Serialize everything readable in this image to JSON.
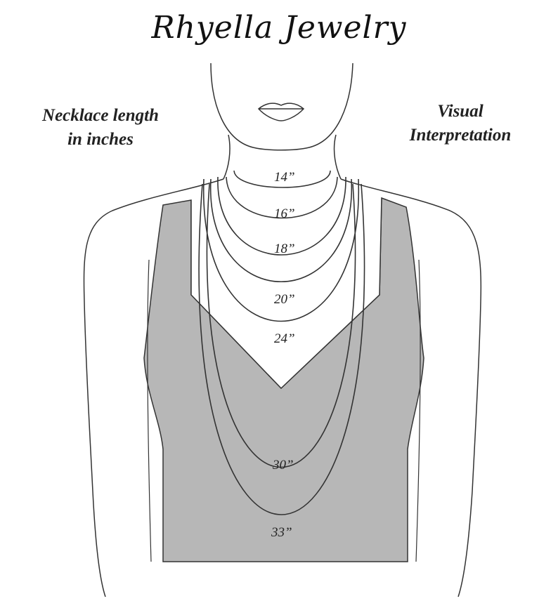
{
  "brand": {
    "title": "Rhyella Jewelry"
  },
  "labels": {
    "left_line1": "Necklace length",
    "left_line2": "in inches",
    "right_line1": "Visual",
    "right_line2": "Interpretation"
  },
  "necklaces": [
    {
      "length": "14”"
    },
    {
      "length": "16”"
    },
    {
      "length": "18”"
    },
    {
      "length": "20”"
    },
    {
      "length": "24”"
    },
    {
      "length": "30”"
    },
    {
      "length": "33”"
    }
  ],
  "colors": {
    "tank": "#b7b7b7",
    "line": "#333333",
    "background": "#ffffff"
  }
}
